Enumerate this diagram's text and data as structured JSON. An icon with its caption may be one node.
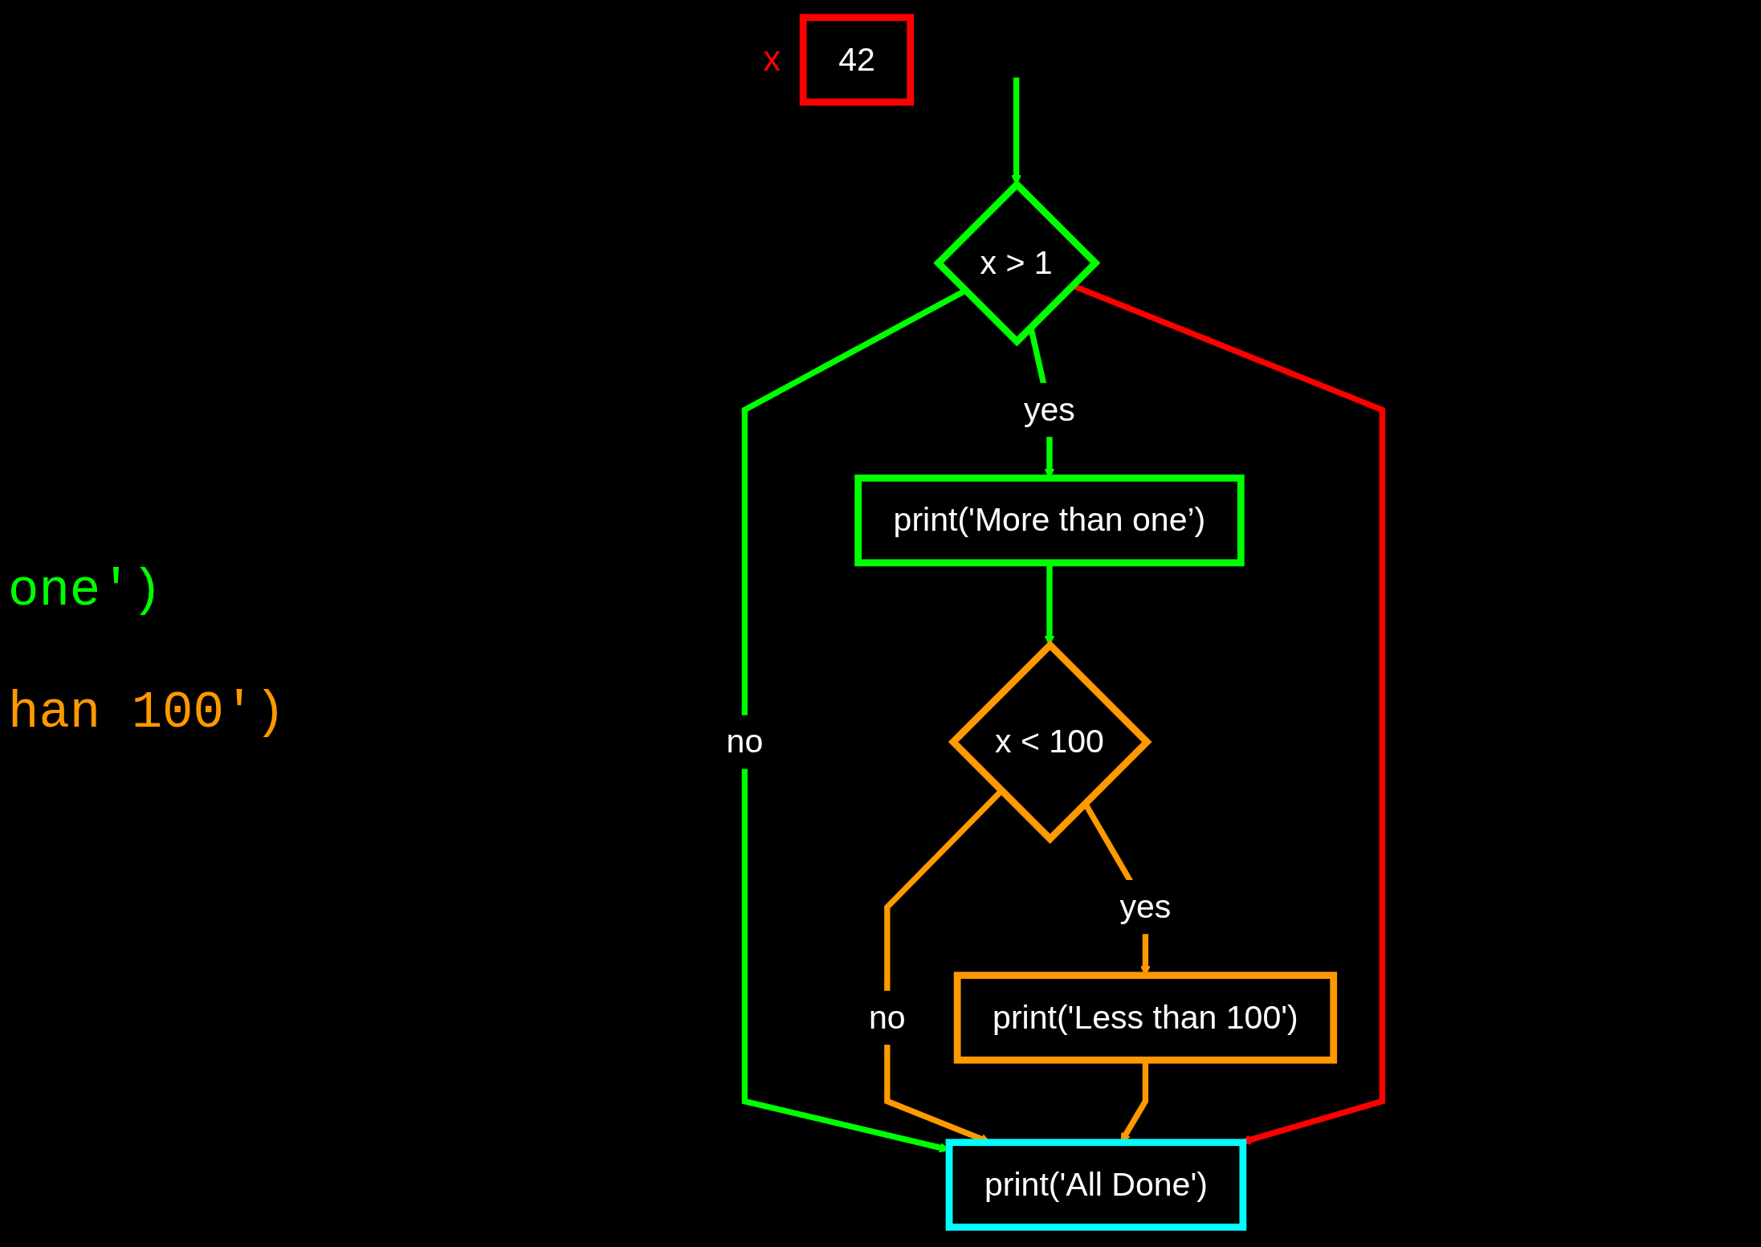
{
  "diagram": {
    "nodes": [
      {
        "text": [
          "42"
        ],
        "beside": [
          "x"
        ]
      },
      {
        "text": [
          "x > 1"
        ]
      },
      {
        "text": [
          "print('More than one’)"
        ]
      },
      {
        "text": [
          "x < 100"
        ]
      },
      {
        "text": [
          "print('Less than 100')"
        ]
      },
      {
        "text": [
          "print('All Done')"
        ]
      }
    ],
    "edges": [
      {
        "from": null,
        "to": 1,
        "arrow": "to"
      },
      {
        "from": 1,
        "to": 2,
        "label": "yes",
        "arrow": "to"
      },
      {
        "from": 1,
        "to": 5,
        "label": "no",
        "arrow": "to"
      },
      {
        "from": 2,
        "to": 3,
        "arrow": "to"
      },
      {
        "from": 3,
        "to": 4,
        "label": "yes",
        "arrow": "to",
        "color": "#ff9900"
      },
      {
        "from": 3,
        "to": 5,
        "label": "no",
        "arrow": "to",
        "color": "#ff9900"
      },
      {
        "from": 4,
        "to": 5,
        "arrow": "to",
        "color": "#ff9900"
      },
      {
        "from": 1,
        "to": 5,
        "arrow": "to",
        "color": "#ff0000"
      }
    ],
    "labels": [
      "one')",
      "han 100')"
    ]
  }
}
